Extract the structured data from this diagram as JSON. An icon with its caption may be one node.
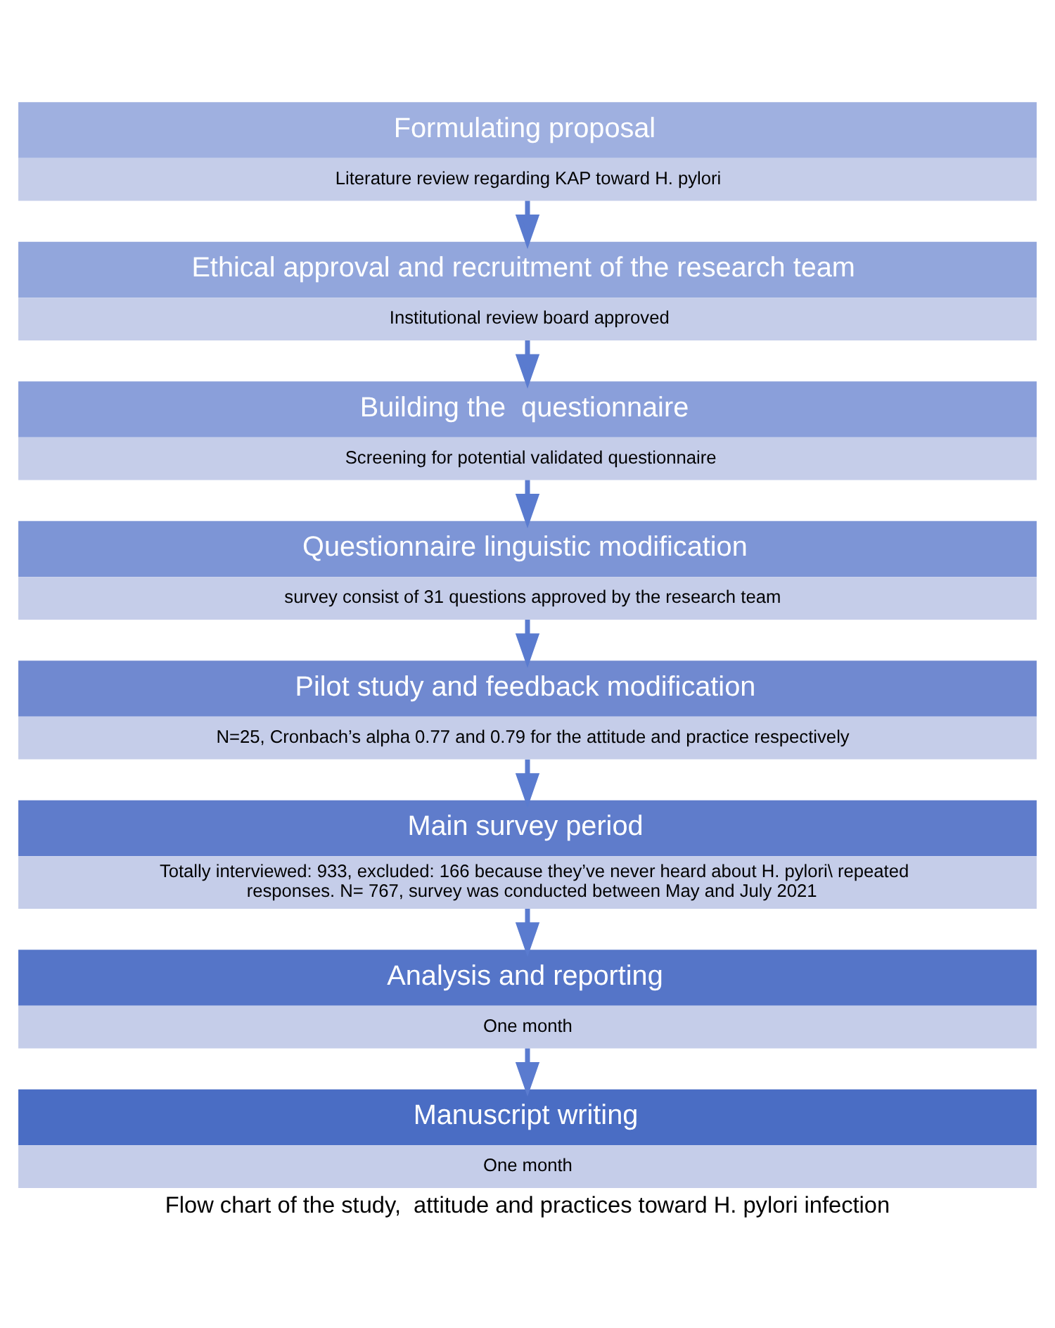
{
  "diagram": {
    "caption": "Flow chart of the study,  attitude and practices toward H. pylori infection",
    "nodes": [
      {
        "text": [
          "Formulating proposal",
          "Literature review regarding KAP toward H. pylori"
        ]
      },
      {
        "text": [
          "Ethical approval and recruitment of the research team",
          "Institutional review board approved"
        ]
      },
      {
        "text": [
          "Building the  questionnaire",
          "Screening for potential validated questionnaire"
        ]
      },
      {
        "text": [
          "Questionnaire linguistic modification",
          "survey consist of 31 questions approved by the research team"
        ]
      },
      {
        "text": [
          "Pilot study and feedback modification",
          "N=25, Cronbach’s alpha 0.77 and 0.79 for the attitude and practice respectively"
        ]
      },
      {
        "text": [
          "Main survey period",
          "Totally interviewed: 933, excluded: 166 because they’ve never heard about H. pylori\\ repeated responses. N= 767, survey was conducted between May and July 2021"
        ]
      },
      {
        "text": [
          "Analysis and reporting",
          "One month"
        ]
      },
      {
        "text": [
          "Manuscript writing",
          "One month"
        ]
      }
    ],
    "edges": [
      {
        "from": 0,
        "to": 1,
        "arrow": "to"
      },
      {
        "from": 1,
        "to": 2,
        "arrow": "to"
      },
      {
        "from": 2,
        "to": 3,
        "arrow": "to"
      },
      {
        "from": 3,
        "to": 4,
        "arrow": "to"
      },
      {
        "from": 4,
        "to": 5,
        "arrow": "to"
      },
      {
        "from": 5,
        "to": 6,
        "arrow": "to"
      },
      {
        "from": 6,
        "to": 7,
        "arrow": "to"
      }
    ]
  }
}
